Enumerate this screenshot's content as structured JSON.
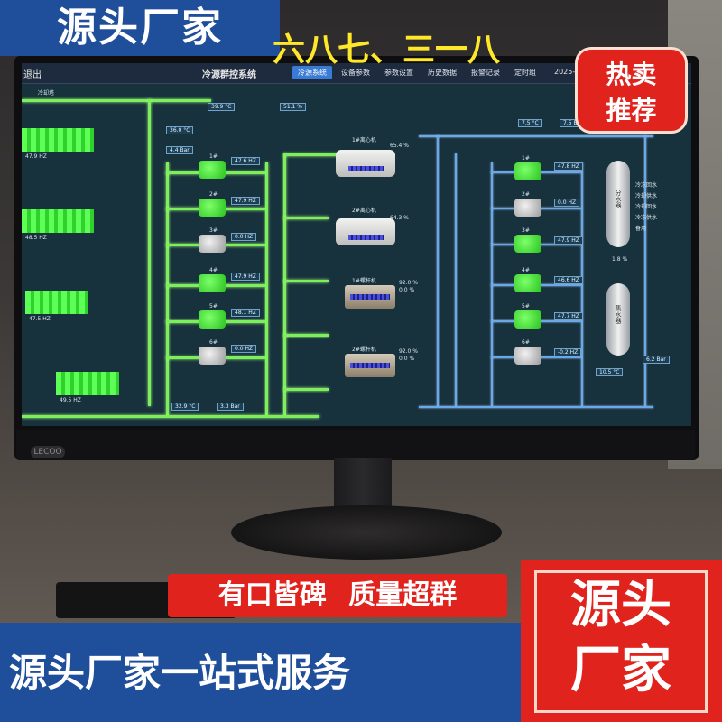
{
  "promo": {
    "top_title": "源头厂家",
    "top_yellow": "六八七、三一八",
    "badge_line1": "热卖",
    "badge_line2": "推荐",
    "slogan": "有口皆碑 质量超群",
    "bottom_text": "源头厂家一站式服务",
    "brand_line1": "源头",
    "brand_line2": "厂家"
  },
  "monitor": {
    "logo": "LECOO"
  },
  "hmi": {
    "exit": "退出",
    "title": "冷源群控系统",
    "tabs": [
      "冷源系统",
      "设备参数",
      "参数设置",
      "历史数据",
      "报警记录",
      "定时组"
    ],
    "time": "2025-",
    "cooling_tower_label": "冷却塔",
    "top_values": [
      "39.9 °C",
      "51.1 %"
    ],
    "left_values": [
      "36.0 °C",
      "4.4 Bar"
    ],
    "pump_left": [
      {
        "name": "1#",
        "hz": "47.6 HZ"
      },
      {
        "name": "2#",
        "hz": "47.9 HZ"
      },
      {
        "name": "3#",
        "hz": "0.0 HZ"
      },
      {
        "name": "4#",
        "hz": "47.9 HZ"
      },
      {
        "name": "5#",
        "hz": "48.1 HZ"
      },
      {
        "name": "6#",
        "hz": "0.0 HZ"
      }
    ],
    "tower_hz": [
      "47.9 HZ",
      "48.5 HZ",
      "47.5 HZ",
      "49.5 HZ"
    ],
    "bottom_values": [
      "32.9 °C",
      "3.3 Bar"
    ],
    "chillers": [
      {
        "name": "1#离心机",
        "pct": "65.4 %"
      },
      {
        "name": "2#离心机",
        "pct": "64.3 %"
      },
      {
        "name": "1#螺杆机",
        "pct1": "92.0 %",
        "pct2": "0.0 %"
      },
      {
        "name": "2#螺杆机",
        "pct1": "92.0 %",
        "pct2": "0.0 %"
      }
    ],
    "right_top_values": [
      "7.5 °C",
      "7.5 Bar"
    ],
    "pump_right": [
      {
        "name": "1#",
        "hz": "47.8 HZ"
      },
      {
        "name": "2#",
        "hz": "0.0 HZ"
      },
      {
        "name": "3#",
        "hz": "47.9 HZ"
      },
      {
        "name": "4#",
        "hz": "46.6 HZ"
      },
      {
        "name": "5#",
        "hz": "47.7 HZ"
      },
      {
        "name": "6#",
        "hz": "-0.2 HZ"
      }
    ],
    "right_bottom_values": [
      "10.5 °C",
      "6.2 Bar"
    ],
    "tank1": "分水器",
    "tank2": "集水器",
    "tank_pct": "1.8 %",
    "legend": [
      "冷冻回水",
      "冷却供水",
      "冷却回水",
      "冷冻供水",
      "备用"
    ]
  }
}
